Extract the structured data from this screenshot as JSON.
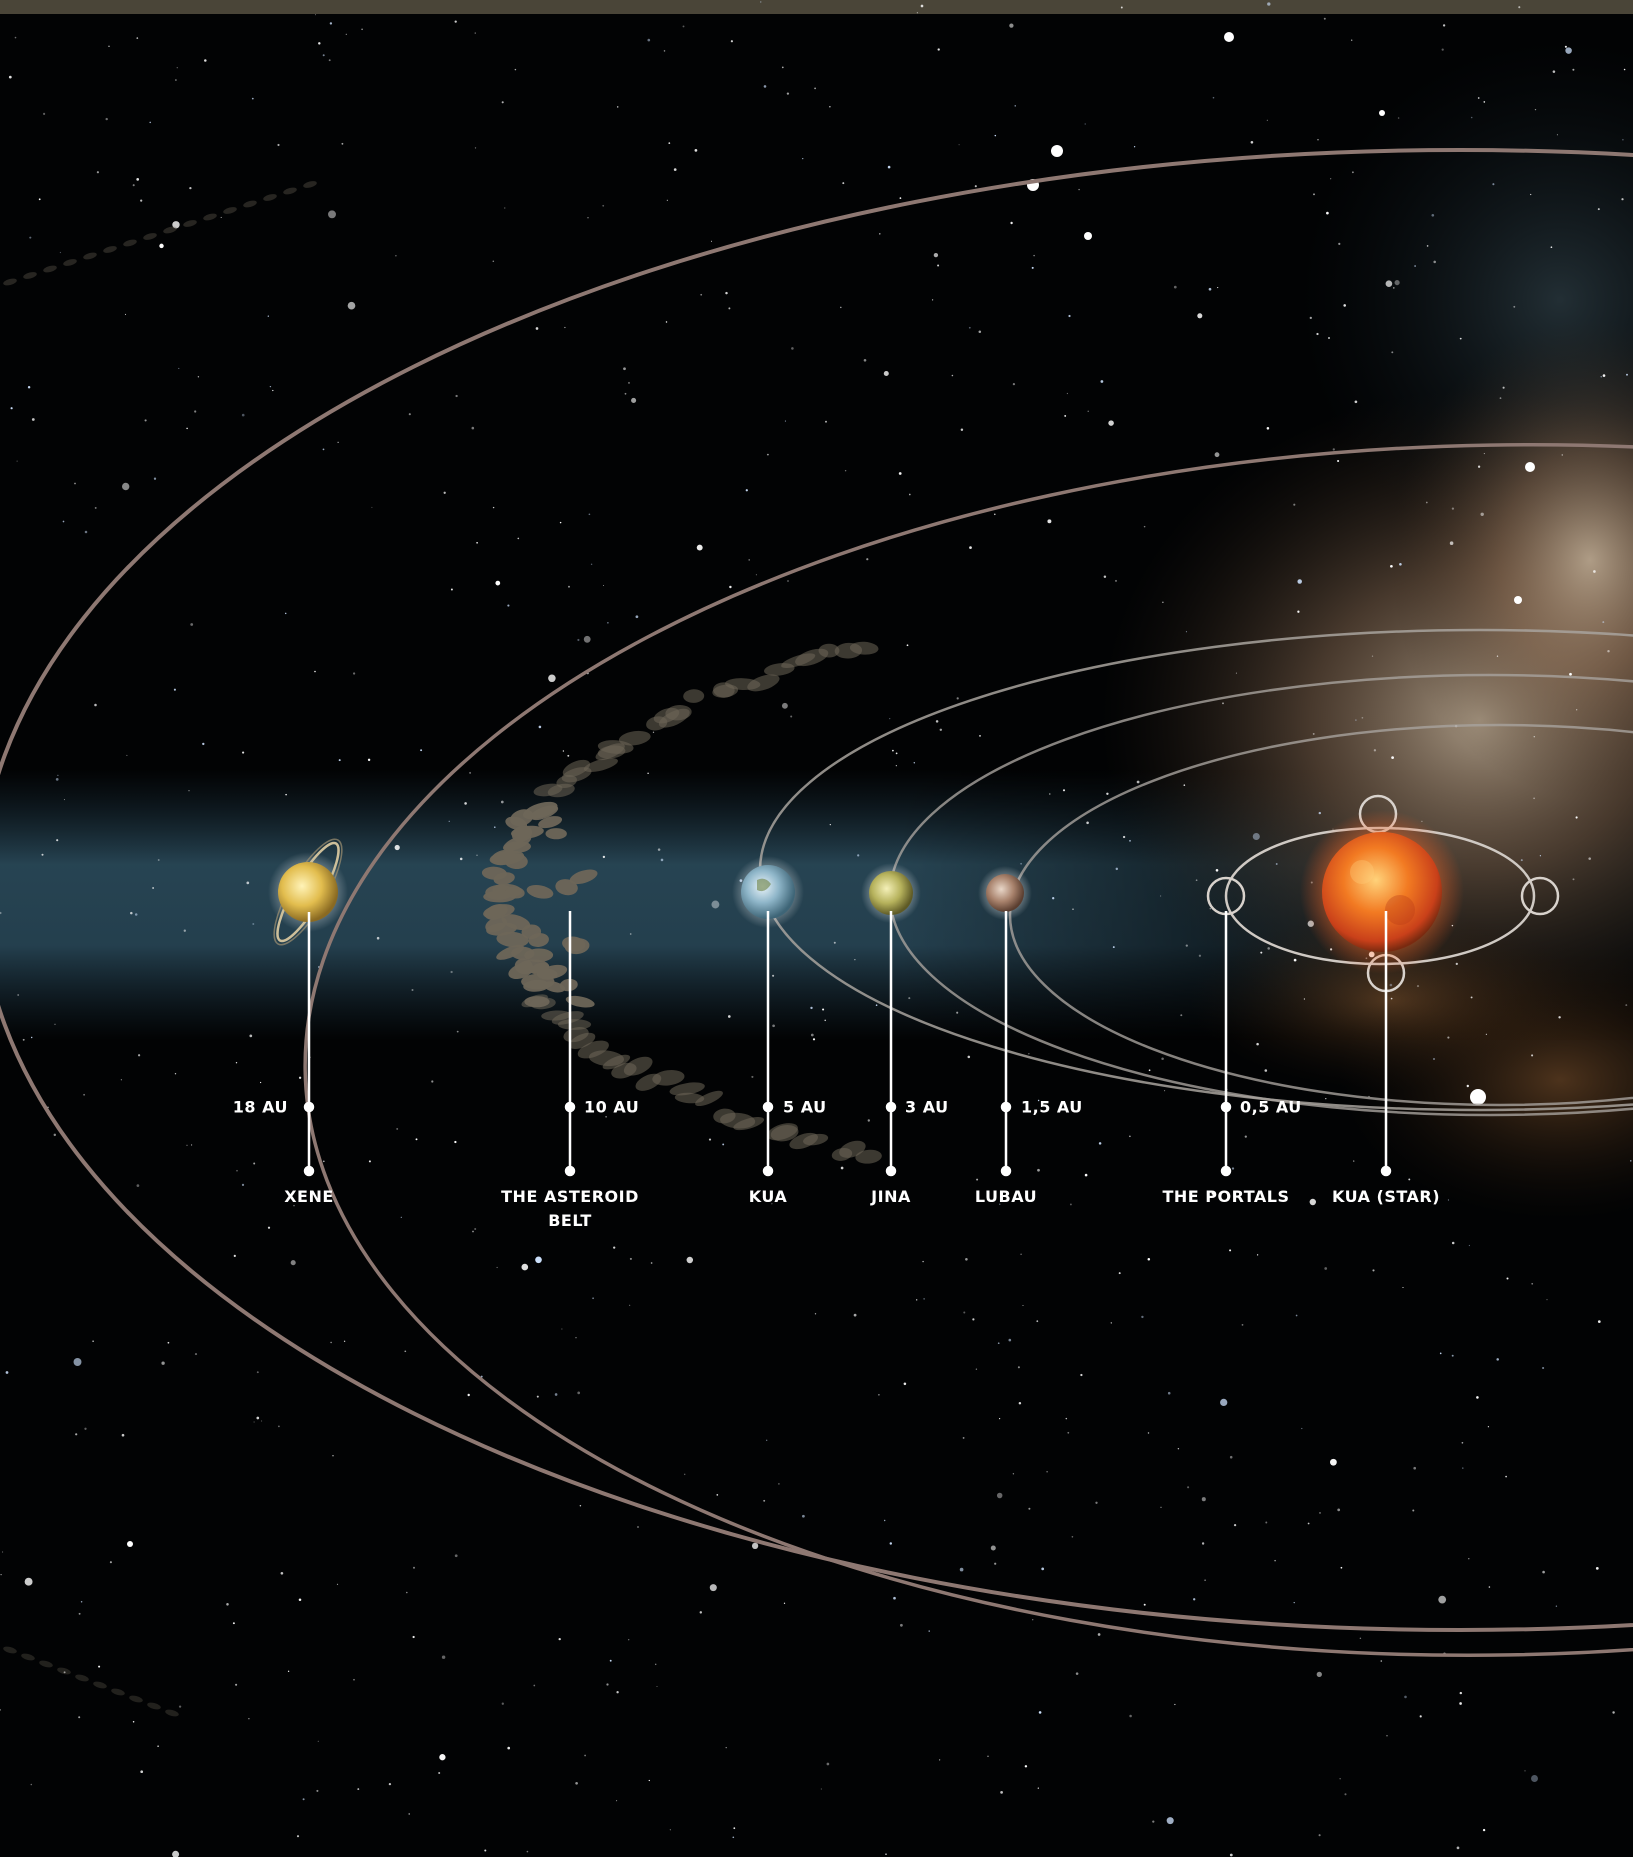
{
  "bodies": [
    {
      "id": "xene",
      "name": "XENE",
      "distance": "18 AU",
      "color": "#e8c660",
      "ring": true
    },
    {
      "id": "asteroid-belt",
      "name": "THE ASTEROID\nBELT",
      "distance": "10 AU",
      "color": "#8a8070"
    },
    {
      "id": "kua",
      "name": "KUA",
      "distance": "5 AU",
      "color": "#9fc3d9"
    },
    {
      "id": "jina",
      "name": "JINA",
      "distance": "3 AU",
      "color": "#c7c77a"
    },
    {
      "id": "lubau",
      "name": "LUBAU",
      "distance": "1,5 AU",
      "color": "#b08d7a"
    },
    {
      "id": "portals",
      "name": "THE PORTALS",
      "distance": "0,5 AU",
      "color": "#cfcfcf"
    },
    {
      "id": "kua-star",
      "name": "KUA (STAR)",
      "distance": "",
      "color": "#f06a1e"
    }
  ],
  "colors": {
    "space": "#020304",
    "orbit_outer": "#8e7872",
    "orbit_inner": "#a8a39e",
    "band": "#2c4a5a",
    "nebula": "#b4967a",
    "label": "#ffffff"
  }
}
